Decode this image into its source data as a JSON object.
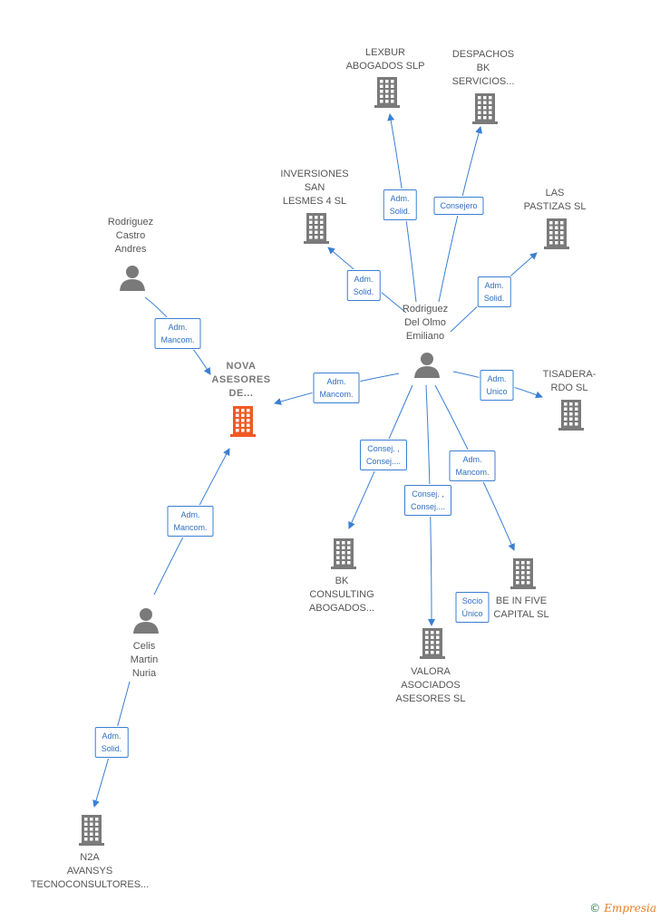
{
  "colors": {
    "edge": "#3b7fd3",
    "icon": "#7a7a7a",
    "highlight": "#f05a23",
    "text": "#555555"
  },
  "nodes": [
    {
      "id": "nova",
      "type": "company",
      "highlight": true,
      "label": "NOVA\nASESORES\nDE..."
    },
    {
      "id": "rodriguez-del-olmo",
      "type": "person",
      "label": "Rodriguez\nDel Olmo\nEmiliano"
    },
    {
      "id": "rodriguez-castro",
      "type": "person",
      "label": "Rodriguez\nCastro\nAndres"
    },
    {
      "id": "celis-martin",
      "type": "person",
      "label": "Celis\nMartin\nNuria"
    },
    {
      "id": "lexbur",
      "type": "company",
      "label": "LEXBUR\nABOGADOS  SLP"
    },
    {
      "id": "despachos-bk",
      "type": "company",
      "label": "DESPACHOS\nBK\nSERVICIOS..."
    },
    {
      "id": "inversiones-san",
      "type": "company",
      "label": "INVERSIONES\nSAN\nLESMES 4  SL"
    },
    {
      "id": "las-pastizas",
      "type": "company",
      "label": "LAS\nPASTIZAS SL"
    },
    {
      "id": "tisadera",
      "type": "company",
      "label": "TISADERA-\nRDO SL"
    },
    {
      "id": "bk-consulting",
      "type": "company",
      "label": "BK\nCONSULTING\nABOGADOS..."
    },
    {
      "id": "valora",
      "type": "company",
      "label": "VALORA\nASOCIADOS\nASESORES  SL"
    },
    {
      "id": "be-in-five",
      "type": "company",
      "label": "BE IN FIVE\nCAPITAL  SL"
    },
    {
      "id": "n2a",
      "type": "company",
      "label": "N2A\nAVANSYS\nTECNOCONSULTORES..."
    }
  ],
  "edges": [
    {
      "from": "rodriguez-del-olmo",
      "to": "lexbur",
      "label": "Adm.\nSolid."
    },
    {
      "from": "rodriguez-del-olmo",
      "to": "despachos-bk",
      "label": "Consejero"
    },
    {
      "from": "rodriguez-del-olmo",
      "to": "inversiones-san",
      "label": "Adm.\nSolid."
    },
    {
      "from": "rodriguez-del-olmo",
      "to": "las-pastizas",
      "label": "Adm.\nSolid."
    },
    {
      "from": "rodriguez-del-olmo",
      "to": "nova",
      "label": "Adm.\nMancom."
    },
    {
      "from": "rodriguez-del-olmo",
      "to": "tisadera",
      "label": "Adm.\nUnico"
    },
    {
      "from": "rodriguez-del-olmo",
      "to": "bk-consulting",
      "label": "Consej. ,\nConsej...."
    },
    {
      "from": "rodriguez-del-olmo",
      "to": "valora",
      "label": "Consej. ,\nConsej...."
    },
    {
      "from": "rodriguez-del-olmo",
      "to": "be-in-five",
      "label": "Adm.\nMancom."
    },
    {
      "from": "rodriguez-castro",
      "to": "nova",
      "label": "Adm.\nMancom."
    },
    {
      "from": "celis-martin",
      "to": "nova",
      "label": "Adm.\nMancom."
    },
    {
      "from": "celis-martin",
      "to": "n2a",
      "label": "Adm.\nSolid."
    },
    {
      "from": "be-in-five",
      "to": "be-in-five",
      "label": "Socio\nÚnico"
    }
  ],
  "footer": {
    "copyright": "©",
    "brand": "Empresia"
  }
}
